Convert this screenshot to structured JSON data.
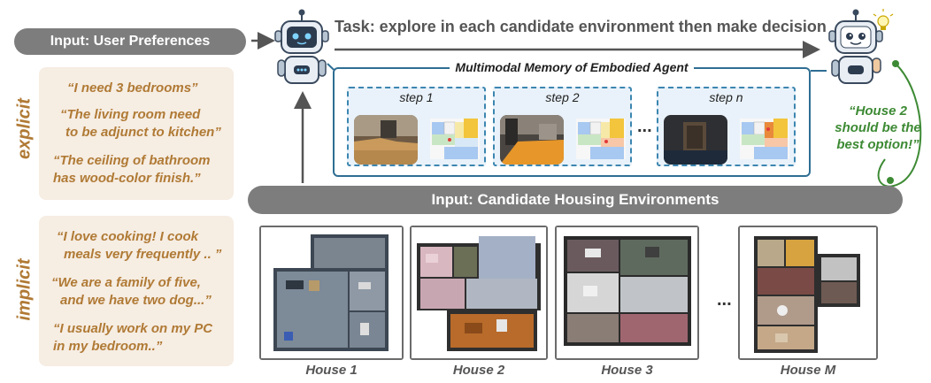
{
  "inputs": {
    "user_preferences": "Input: User Preferences",
    "candidate_environments": "Input: Candidate Housing Environments"
  },
  "task": "Task: explore in each candidate environment then make decision",
  "memory": {
    "title": "Multimodal Memory of Embodied Agent",
    "steps": [
      "step 1",
      "step 2",
      "step n"
    ],
    "ellipsis": "..."
  },
  "preferences": {
    "explicit_label": "explicit",
    "explicit": [
      [
        "“I need 3 bedrooms”"
      ],
      [
        "“The living room need",
        "to be adjunct to kitchen”"
      ],
      [
        "“The ceiling of bathroom",
        "has wood-color finish.”"
      ]
    ],
    "implicit_label": "implicit",
    "implicit": [
      [
        "“I love cooking! I cook",
        "meals very frequently .. ”"
      ],
      [
        "“We are a family of five,",
        "and we have two dog...”"
      ],
      [
        "“I usually work on my PC",
        "in my bedroom..”"
      ]
    ]
  },
  "houses": [
    "House 1",
    "House 2",
    "House 3",
    "House M"
  ],
  "houses_ellipsis": "...",
  "answer": [
    "“House 2",
    "should be the",
    "best option!”"
  ],
  "colors": {
    "pill": "#7d7d7d",
    "preference_bg": "#f6ede3",
    "preference_text": "#b07a35",
    "memory_border": "#2f6e93",
    "step_bg": "#e9f2fa",
    "answer_text": "#3d8a34"
  }
}
